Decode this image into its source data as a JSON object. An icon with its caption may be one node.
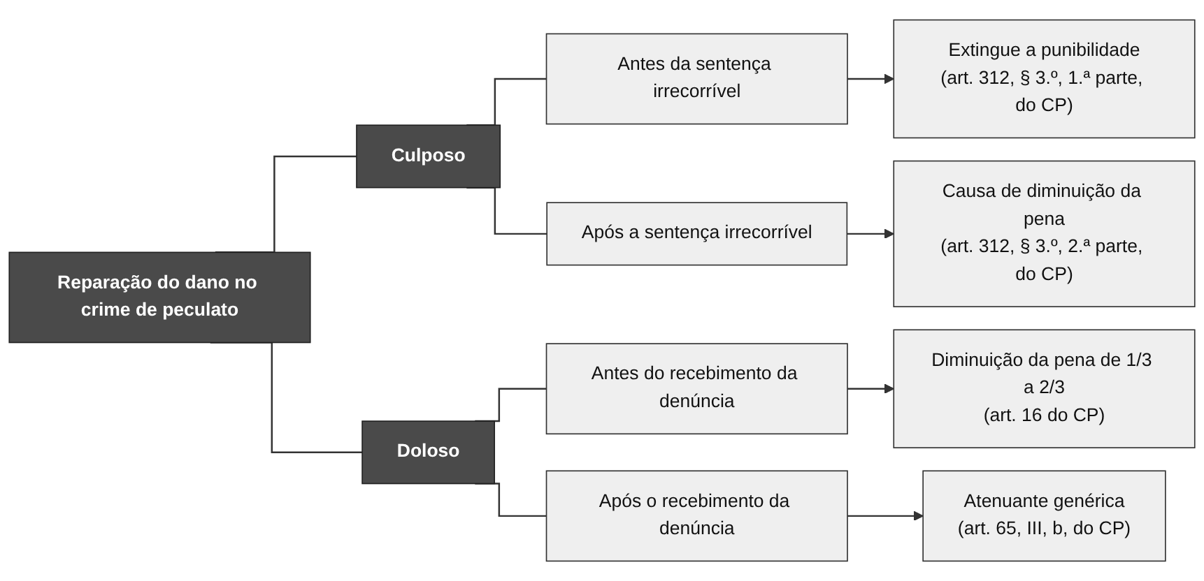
{
  "diagram": {
    "nodes": [
      {
        "text": [
          "Reparação do dano no crime de peculato"
        ]
      },
      {
        "text": [
          "Culposo"
        ]
      },
      {
        "text": [
          "Antes da sentença irrecorrível"
        ]
      },
      {
        "text": [
          "Extingue a punibilidade",
          "(art. 312, § 3.º, 1.ª parte, do CP)"
        ]
      },
      {
        "text": [
          "Após a sentença irrecorrível"
        ]
      },
      {
        "text": [
          "Causa de diminuição da pena",
          "(art. 312, § 3.º, 2.ª parte, do CP)"
        ]
      },
      {
        "text": [
          "Doloso"
        ]
      },
      {
        "text": [
          "Antes do recebimento da denúncia"
        ]
      },
      {
        "text": [
          "Diminuição da pena de 1/3 a 2/3",
          "(art. 16 do CP)"
        ]
      },
      {
        "text": [
          "Após o recebimento da denúncia"
        ]
      },
      {
        "text": [
          "Atenuante genérica",
          "(art. 65, III, b, do CP)"
        ]
      }
    ],
    "edges": [
      {
        "from": 0,
        "to": 1,
        "arrow": "none"
      },
      {
        "from": 0,
        "to": 6,
        "arrow": "none"
      },
      {
        "from": 1,
        "to": 2,
        "arrow": "none"
      },
      {
        "from": 1,
        "to": 4,
        "arrow": "none"
      },
      {
        "from": 2,
        "to": 3,
        "arrow": "to"
      },
      {
        "from": 4,
        "to": 5,
        "arrow": "to"
      },
      {
        "from": 6,
        "to": 7,
        "arrow": "none"
      },
      {
        "from": 6,
        "to": 9,
        "arrow": "none"
      },
      {
        "from": 7,
        "to": 8,
        "arrow": "to"
      },
      {
        "from": 9,
        "to": 10,
        "arrow": "to"
      }
    ]
  }
}
